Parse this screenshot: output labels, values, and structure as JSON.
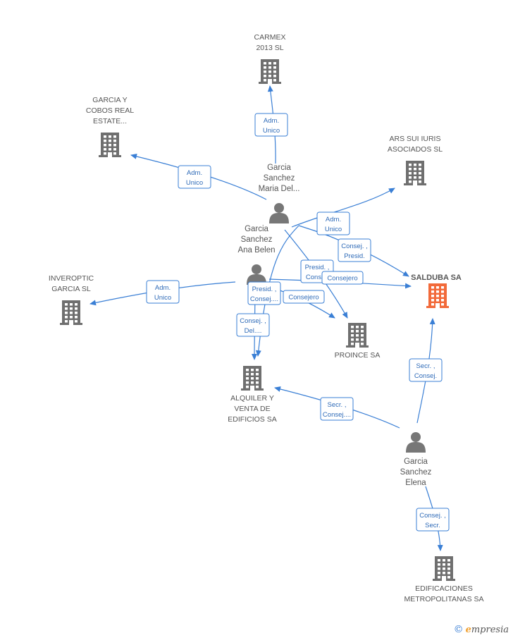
{
  "colors": {
    "edge": "#3a7fd5",
    "company": "#6f6f6f",
    "focus_company": "#f26a3a",
    "person": "#777777"
  },
  "companies": [
    {
      "id": "carmex",
      "lines": [
        "CARMEX",
        "2013  SL"
      ],
      "icon": "building-icon"
    },
    {
      "id": "garcia_cobos",
      "lines": [
        "GARCIA Y",
        "COBOS REAL",
        "ESTATE..."
      ],
      "icon": "building-icon"
    },
    {
      "id": "ars",
      "lines": [
        "ARS SUI IURIS",
        "ASOCIADOS SL"
      ],
      "icon": "building-icon"
    },
    {
      "id": "salduba",
      "lines": [
        "SALDUBA SA"
      ],
      "icon": "building-icon",
      "focus": true
    },
    {
      "id": "inveroptic",
      "lines": [
        "INVEROPTIC",
        "GARCIA SL"
      ],
      "icon": "building-icon"
    },
    {
      "id": "proince",
      "lines": [
        "PROINCE SA"
      ],
      "icon": "building-icon"
    },
    {
      "id": "alquiler",
      "lines": [
        "ALQUILER Y",
        "VENTA DE",
        "EDIFICIOS SA"
      ],
      "icon": "building-icon"
    },
    {
      "id": "edificaciones",
      "lines": [
        "EDIFICACIONES",
        "METROPOLITANAS SA"
      ],
      "icon": "building-icon"
    }
  ],
  "persons": [
    {
      "id": "maria",
      "lines": [
        "Garcia",
        "Sanchez",
        "Maria Del..."
      ],
      "icon": "person-icon"
    },
    {
      "id": "ana",
      "lines": [
        "Garcia",
        "Sanchez",
        "Ana Belen"
      ],
      "icon": "person-icon"
    },
    {
      "id": "elena",
      "lines": [
        "Garcia",
        "Sanchez",
        "Elena"
      ],
      "icon": "person-icon"
    }
  ],
  "relations": [
    {
      "id": "maria_carmex",
      "lines": [
        "Adm.",
        "Unico"
      ]
    },
    {
      "id": "maria_garcia_cobos",
      "lines": [
        "Adm.",
        "Unico"
      ]
    },
    {
      "id": "maria_ars",
      "lines": [
        "Adm.",
        "Unico"
      ]
    },
    {
      "id": "maria_salduba",
      "lines": [
        "Consej. ,",
        "Presid."
      ]
    },
    {
      "id": "maria_proince",
      "lines": [
        "Presid. ,",
        "Consej."
      ]
    },
    {
      "id": "ana_salduba",
      "lines": [
        "Consejero"
      ]
    },
    {
      "id": "ana_inveroptic",
      "lines": [
        "Adm.",
        "Unico"
      ]
    },
    {
      "id": "ana_presid",
      "lines": [
        "Presid. ,",
        "Consej...."
      ]
    },
    {
      "id": "ana_proince",
      "lines": [
        "Consejero"
      ]
    },
    {
      "id": "ana_alquiler",
      "lines": [
        "Consej. ,",
        "Del...."
      ]
    },
    {
      "id": "elena_alquiler",
      "lines": [
        "Secr. ,",
        "Consej...."
      ]
    },
    {
      "id": "elena_salduba",
      "lines": [
        "Secr. ,",
        "Consej."
      ]
    },
    {
      "id": "elena_edificaciones",
      "lines": [
        "Consej. ,",
        "Secr."
      ]
    }
  ],
  "brand": {
    "copyright": "©",
    "name_first": "e",
    "name_rest": "mpresia"
  }
}
